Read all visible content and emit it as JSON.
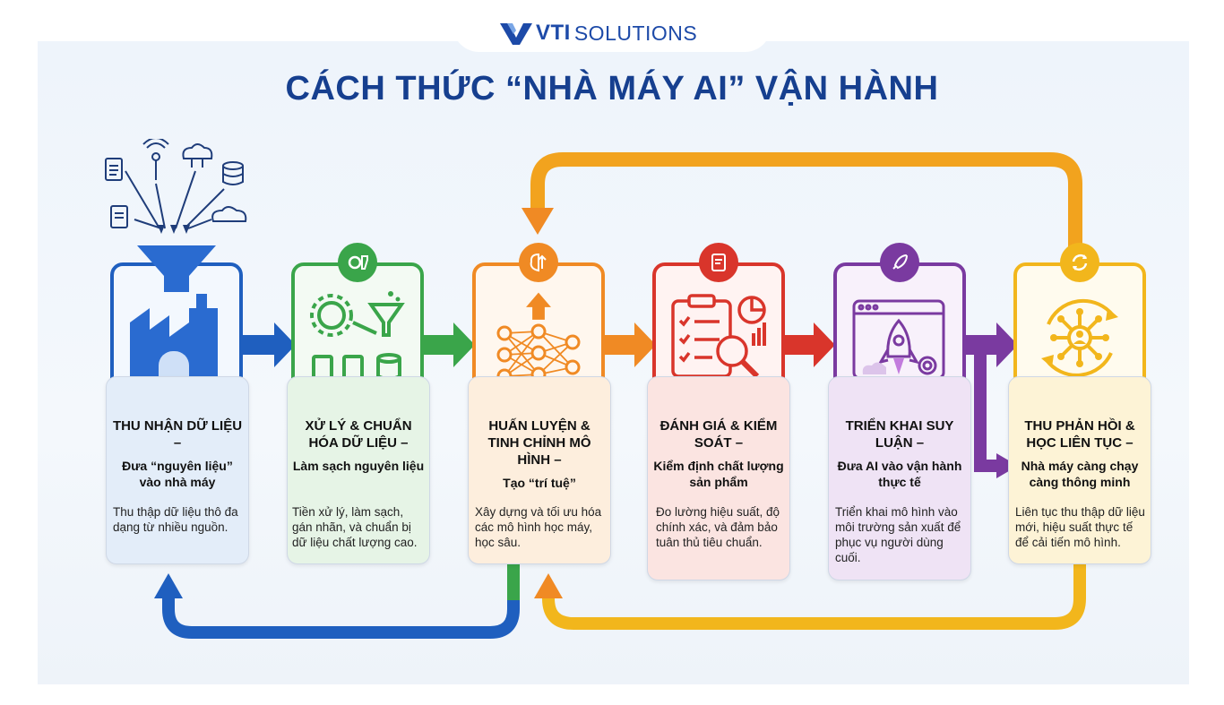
{
  "brand": {
    "vti": "VTI",
    "solutions": "SOLUTIONS"
  },
  "title": "CÁCH THỨC “NHÀ MÁY AI” VẬN HÀNH",
  "steps": [
    {
      "heading": "THU NHẬN DỮ LIỆU –",
      "sub": "Đưa “nguyên liệu” vào nhà máy",
      "desc": "Thu thập dữ liệu thô đa dạng từ nhiều nguồn.",
      "color": "#1f5fbf",
      "tint": "#e3edf9"
    },
    {
      "heading": "XỬ LÝ & CHUẨN HÓA DỮ LIỆU –",
      "sub": "Làm sạch nguyên liệu",
      "desc": "Tiền xử lý, làm sạch, gán nhãn, và chuẩn bị dữ liệu chất lượng cao.",
      "color": "#3aa54a",
      "tint": "#e6f4e6"
    },
    {
      "heading": "HUẤN LUYỆN & TINH CHỈNH MÔ HÌNH –",
      "sub": "Tạo “trí tuệ”",
      "desc": "Xây dựng và tối ưu hóa các mô hình học máy, học sâu.",
      "color": "#f08a24",
      "tint": "#fdeedd"
    },
    {
      "heading": "ĐÁNH GIÁ & KIỂM SOÁT –",
      "sub": "Kiểm định chất lượng sản phẩm",
      "desc": "Đo lường hiệu suất, độ chính xác, và đảm bảo tuân thủ tiêu chuẩn.",
      "color": "#d9352b",
      "tint": "#fbe4e1"
    },
    {
      "heading": "TRIỂN KHAI SUY LUẬN –",
      "sub": "Đưa AI vào vận hành thực tế",
      "desc": "Triển khai mô hình vào môi trường sản xuất để phục vụ người dùng cuối.",
      "color": "#7a3aa0",
      "tint": "#efe3f5"
    },
    {
      "heading": "THU PHẢN HỒI & HỌC LIÊN TỤC –",
      "sub": "Nhà máy càng chạy càng thông minh",
      "desc": "Liên tục thu thập dữ liệu mới, hiệu suất thực tế để cải tiến mô hình.",
      "color": "#f2b61c",
      "tint": "#fdf3d6"
    }
  ],
  "icons": [
    "factory-funnel-icon",
    "gear-funnel-icon",
    "neural-network-icon",
    "clipboard-magnifier-icon",
    "rocket-window-icon",
    "feedback-cycle-icon",
    "data-sources-icon"
  ]
}
